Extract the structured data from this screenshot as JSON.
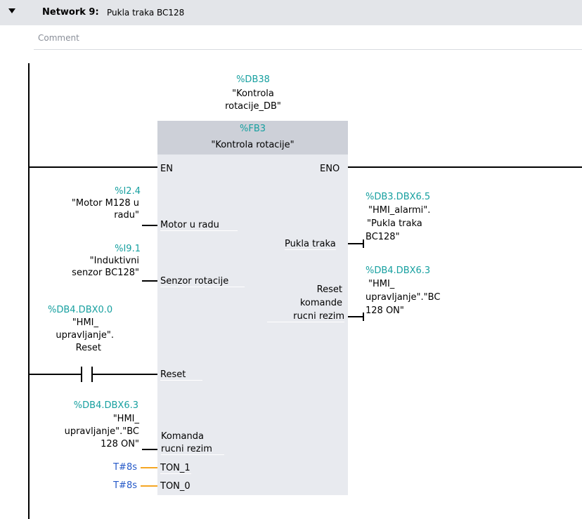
{
  "network": {
    "title": "Network 9:",
    "subtitle": "Pukla traka BC128",
    "comment_placeholder": "Comment"
  },
  "instance": {
    "address": "%DB38",
    "name_line1": "\"Kontrola",
    "name_line2": "rotacije_DB\""
  },
  "block": {
    "address": "%FB3",
    "name": "\"Kontrola rotacije\"",
    "en": "EN",
    "eno": "ENO"
  },
  "inputs": [
    {
      "address": "%I2.4",
      "tag_lines": [
        "\"Motor M128 u",
        "radu\""
      ],
      "pin": "Motor u radu"
    },
    {
      "address": "%I9.1",
      "tag_lines": [
        "\"Induktivni",
        "senzor BC128\""
      ],
      "pin": "Senzor rotacije"
    },
    {
      "address": "%DB4.DBX0.0",
      "tag_lines": [
        "\"HMI_",
        "upravljanje\".",
        "Reset"
      ],
      "pin": "Reset"
    },
    {
      "address": "%DB4.DBX6.3",
      "tag_lines": [
        "\"HMI_",
        "upravljanje\".\"BC",
        "128 ON\""
      ],
      "pin_lines": [
        "Komanda",
        "rucni rezim"
      ]
    },
    {
      "value": "T#8s",
      "pin": "TON_1"
    },
    {
      "value": "T#8s",
      "pin": "TON_0"
    }
  ],
  "outputs": [
    {
      "pin": "Pukla traka",
      "address": "%DB3.DBX6.5",
      "tag_lines": [
        "\"HMI_alarmi\".",
        "\"Pukla traka",
        "BC128\""
      ]
    },
    {
      "pin_lines": [
        "Reset",
        "komande",
        "rucni rezim"
      ],
      "address": "%DB4.DBX6.3",
      "tag_lines": [
        "\"HMI_",
        "upravljanje\".\"BC",
        "128 ON\""
      ]
    }
  ],
  "colors": {
    "address": "#17a0a0",
    "constant": "#2559c8",
    "wire": "#000000",
    "timer_wire": "#f5a623",
    "block_fill": "#e8eaef",
    "block_header": "#cdd0d8",
    "header_bg": "#e3e5e9"
  }
}
